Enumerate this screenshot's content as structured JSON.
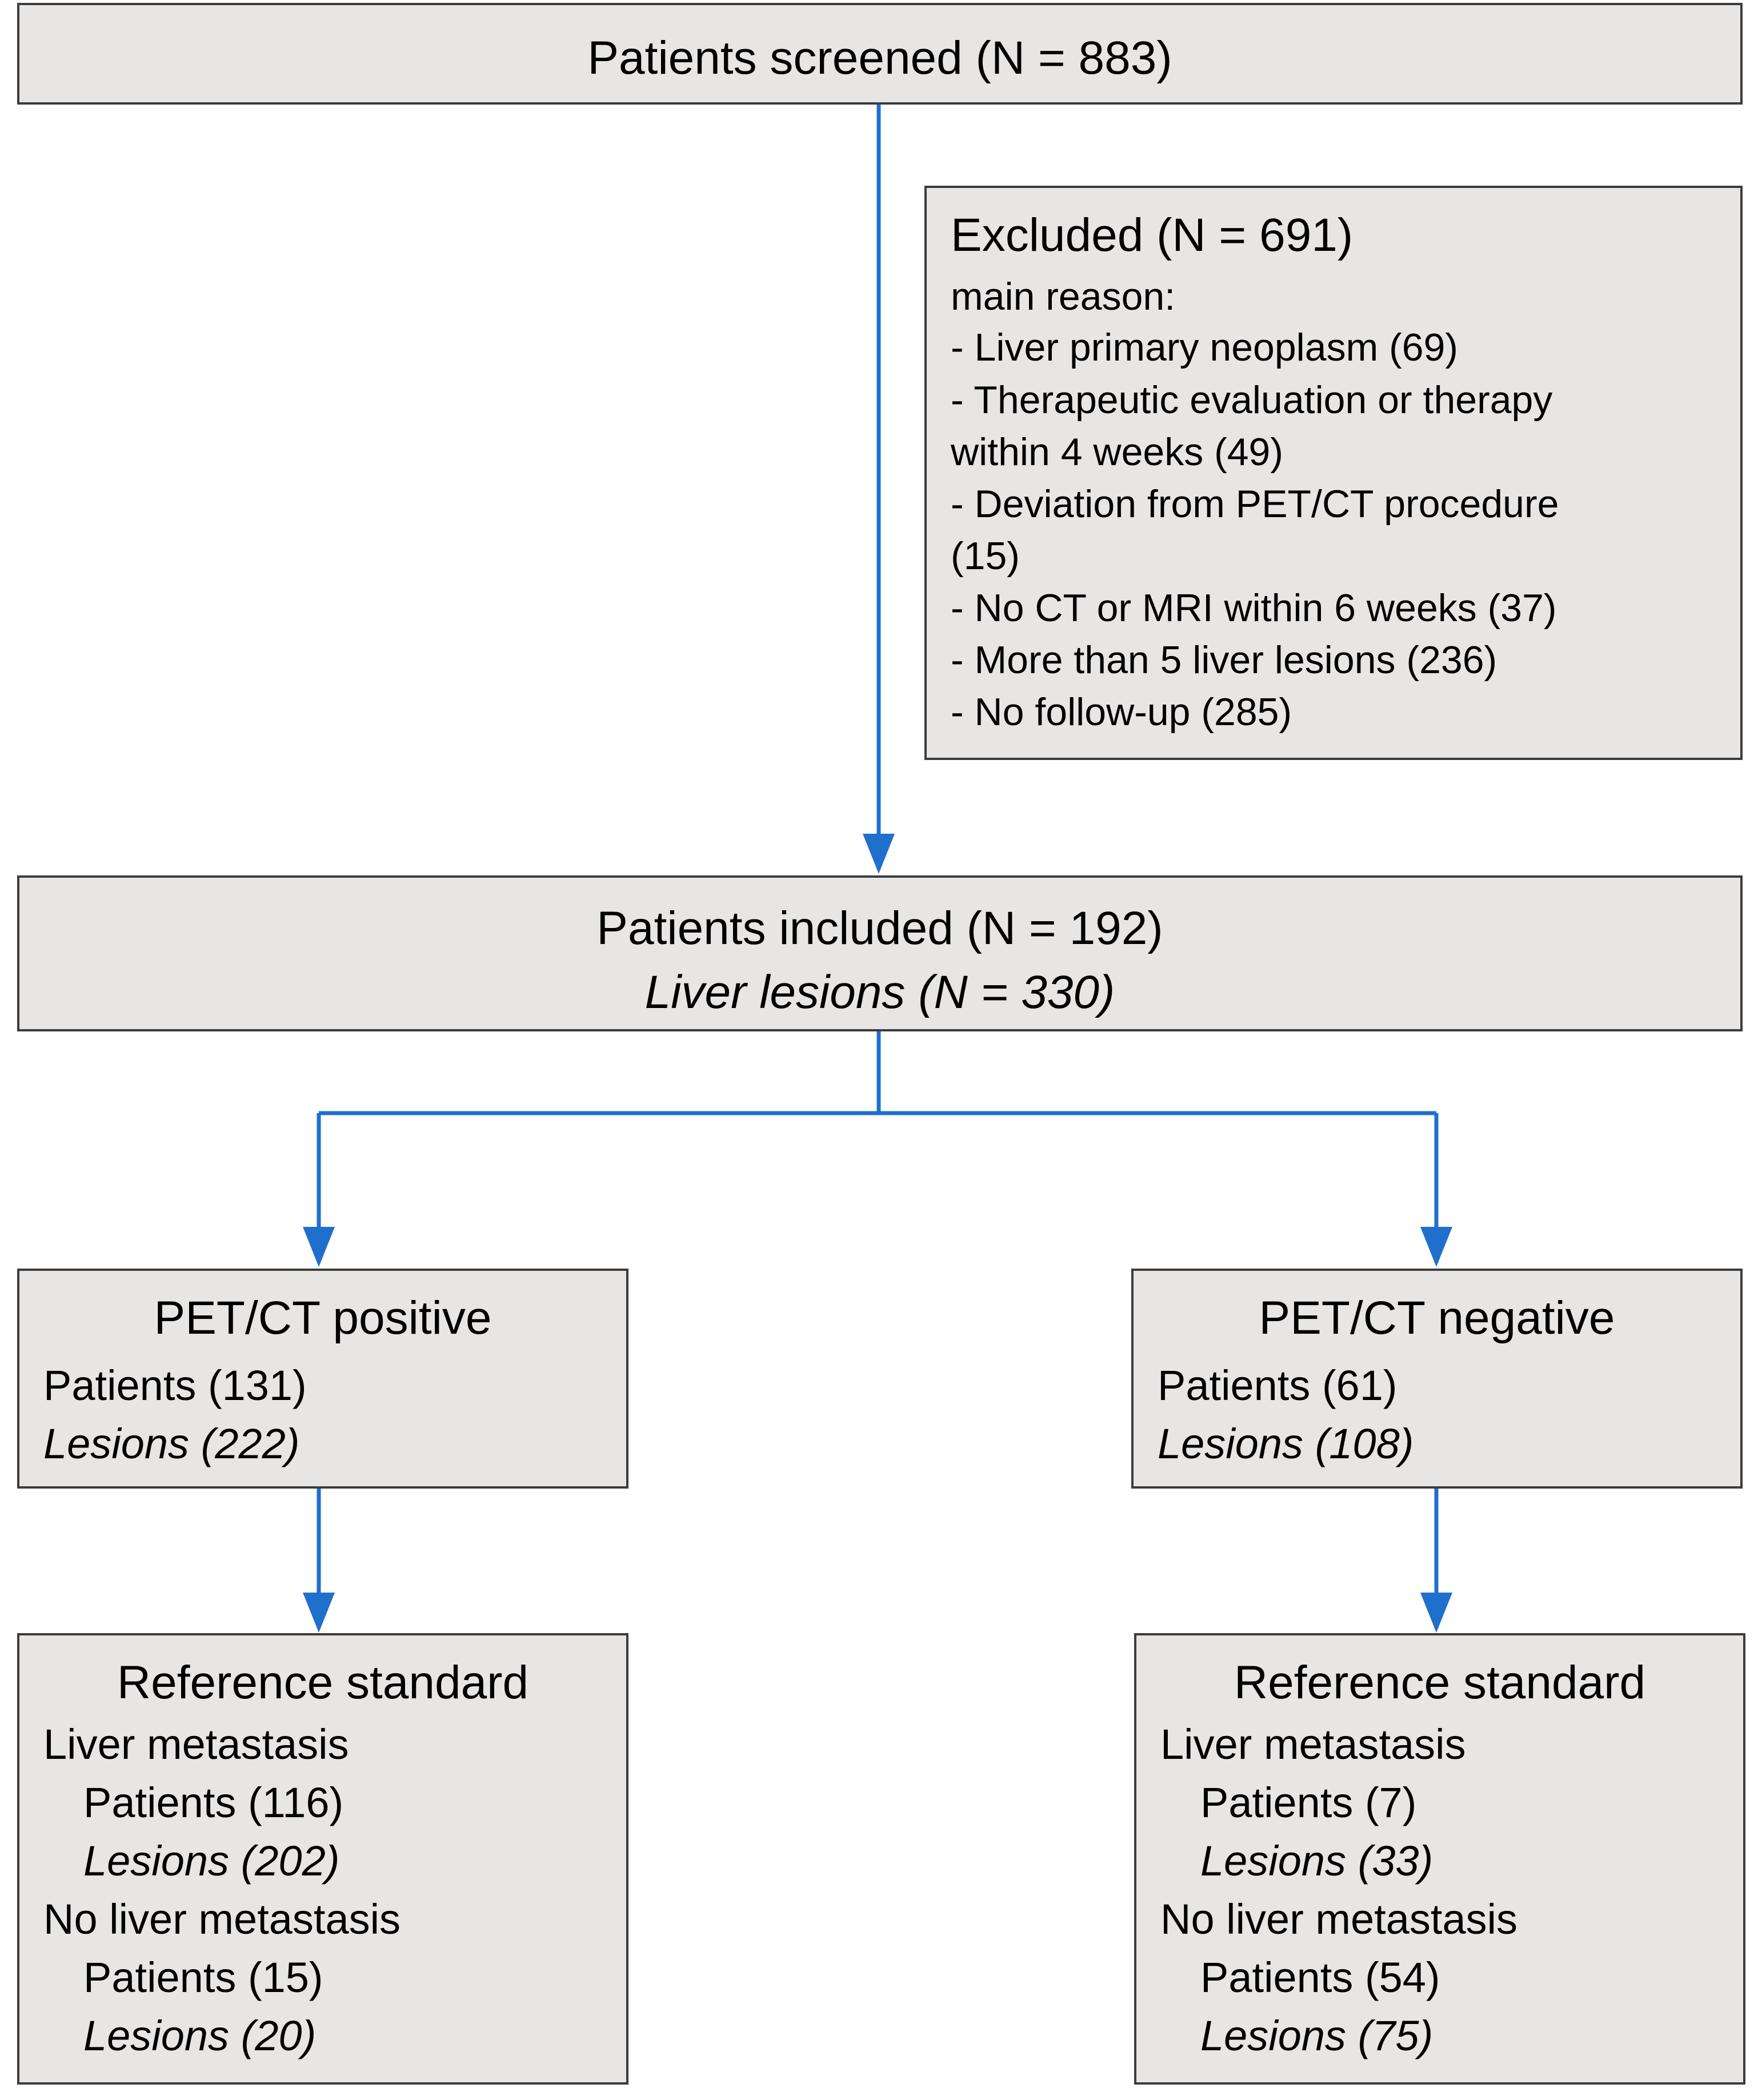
{
  "screened": {
    "text": "Patients screened (N = 883)"
  },
  "excluded": {
    "title": "Excluded (N = 691)",
    "subtitle": "main reason:",
    "reasons": [
      "- Liver primary neoplasm (69)",
      "- Therapeutic evaluation or therapy",
      "within 4 weeks (49)",
      "- Deviation from PET/CT procedure",
      "(15)",
      "- No CT or MRI within 6 weeks (37)",
      "- More than 5 liver lesions (236)",
      "- No follow-up (285)"
    ]
  },
  "included": {
    "patients": "Patients included (N = 192)",
    "lesions": "Liver lesions (N = 330)"
  },
  "pet_positive": {
    "title": "PET/CT positive",
    "patients": "Patients (131)",
    "lesions": "Lesions (222)"
  },
  "pet_negative": {
    "title": "PET/CT negative",
    "patients": "Patients (61)",
    "lesions": "Lesions (108)"
  },
  "ref_positive": {
    "title": "Reference standard",
    "metastasis_label": "Liver metastasis",
    "metastasis_patients": "Patients (116)",
    "metastasis_lesions": "Lesions (202)",
    "no_metastasis_label": "No liver metastasis",
    "no_metastasis_patients": "Patients (15)",
    "no_metastasis_lesions": "Lesions (20)"
  },
  "ref_negative": {
    "title": "Reference standard",
    "metastasis_label": "Liver metastasis",
    "metastasis_patients": "Patients (7)",
    "metastasis_lesions": "Lesions (33)",
    "no_metastasis_label": "No liver metastasis",
    "no_metastasis_patients": "Patients (54)",
    "no_metastasis_lesions": "Lesions (75)"
  },
  "colors": {
    "arrow": "#1f6fcc",
    "box_fill": "#e8e5e5",
    "box_border": "#3c3c3c"
  }
}
